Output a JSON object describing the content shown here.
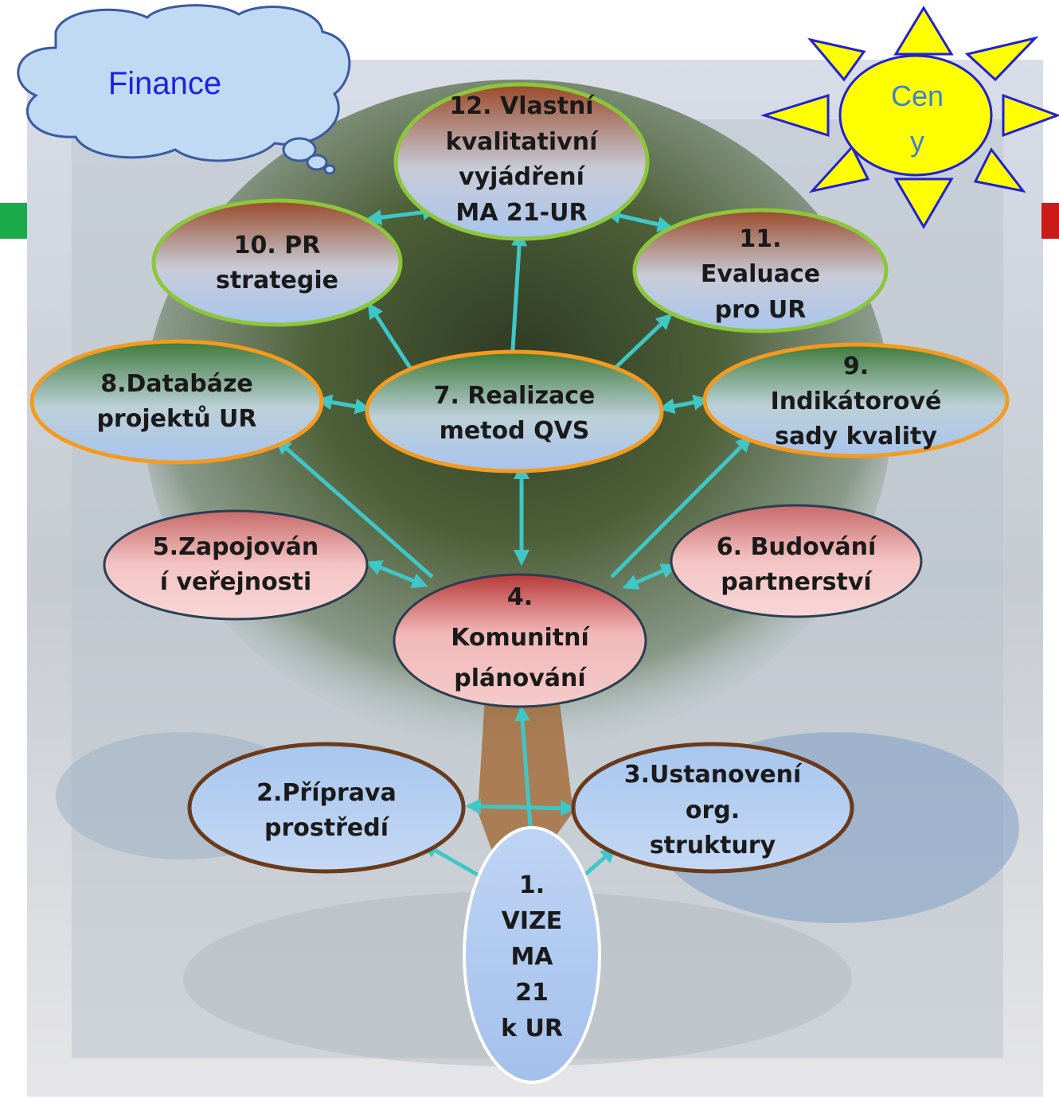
{
  "diagram": {
    "cloud": {
      "label": "Finance",
      "color": "#1f1fe6"
    },
    "sun": {
      "lines": [
        "Cen",
        "y"
      ],
      "color": "#3d7fd6"
    },
    "markers": {
      "left": "#1aaa4a",
      "right": "#cc1a1a"
    },
    "link_color": "#3fc6c6",
    "nodes": [
      {
        "id": "n1",
        "lines": [
          "1.",
          "VIZE",
          "MA",
          "21",
          "k UR"
        ]
      },
      {
        "id": "n2",
        "lines": [
          "2.Příprava",
          "prostředí"
        ]
      },
      {
        "id": "n3",
        "lines": [
          "3.Ustanovení",
          "org.",
          "struktury"
        ]
      },
      {
        "id": "n4",
        "lines": [
          "4.",
          "Komunitní",
          "plánování"
        ]
      },
      {
        "id": "n5",
        "lines": [
          "5.Zapojován",
          "í veřejnosti"
        ]
      },
      {
        "id": "n6",
        "lines": [
          "6. Budování",
          "partnerství"
        ]
      },
      {
        "id": "n7",
        "lines": [
          "7. Realizace",
          "metod QVS"
        ]
      },
      {
        "id": "n8",
        "lines": [
          "8.Databáze",
          "projektů UR"
        ]
      },
      {
        "id": "n9",
        "lines": [
          "9.",
          "Indikátorové",
          "sady kvality"
        ]
      },
      {
        "id": "n10",
        "lines": [
          "10. PR",
          "strategie"
        ]
      },
      {
        "id": "n11",
        "lines": [
          "11.",
          "Evaluace",
          "pro UR"
        ]
      },
      {
        "id": "n12",
        "lines": [
          "12. Vlastní",
          "kvalitativní",
          "vyjádření",
          "MA 21-UR"
        ]
      }
    ]
  }
}
